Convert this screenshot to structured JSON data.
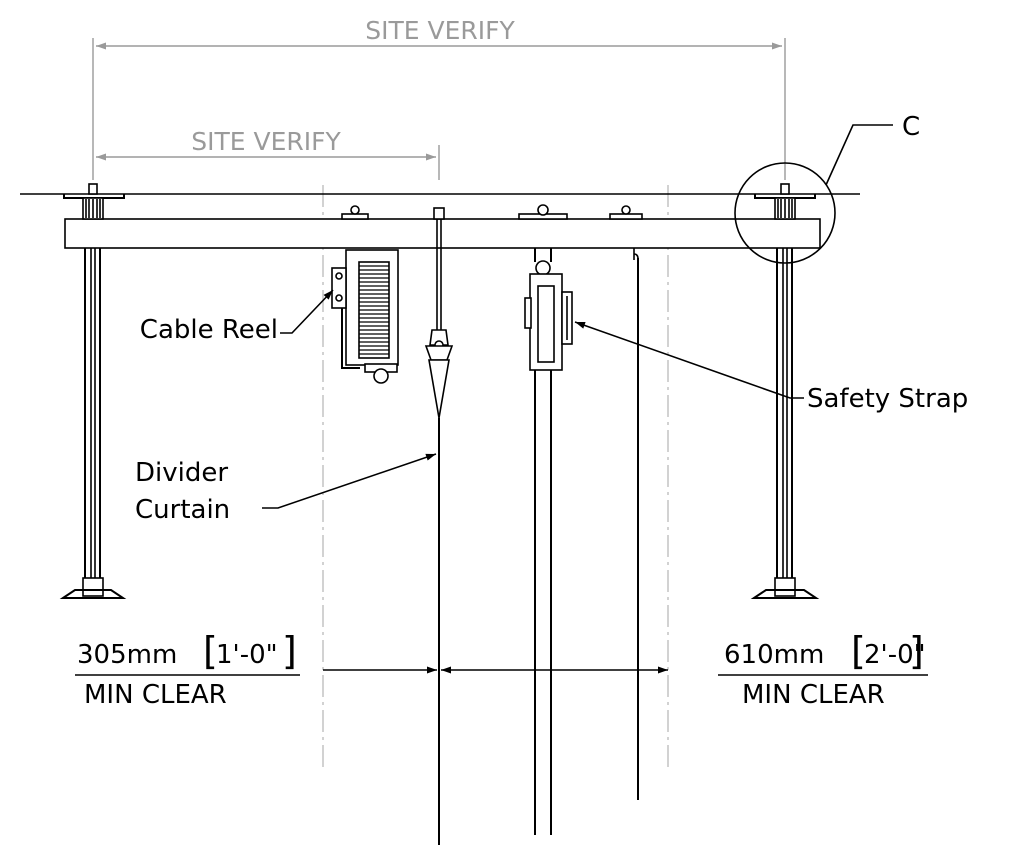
{
  "dimensions": {
    "overall_width": "SITE VERIFY",
    "post_to_curtain": "SITE VERIFY"
  },
  "callouts": {
    "detail_tag": "C",
    "cable_reel": "Cable Reel",
    "safety_strap": "Safety Strap",
    "divider_curtain_line1": "Divider",
    "divider_curtain_line2": "Curtain"
  },
  "clearances": {
    "left": {
      "metric": "305mm",
      "imperial": "1'-0\"",
      "note": "MIN CLEAR"
    },
    "right": {
      "metric": "610mm",
      "imperial": "2'-0\"",
      "note": "MIN CLEAR"
    }
  },
  "colors": {
    "line": "#000000",
    "dimension": "#9a9a9a",
    "background": "#ffffff"
  }
}
